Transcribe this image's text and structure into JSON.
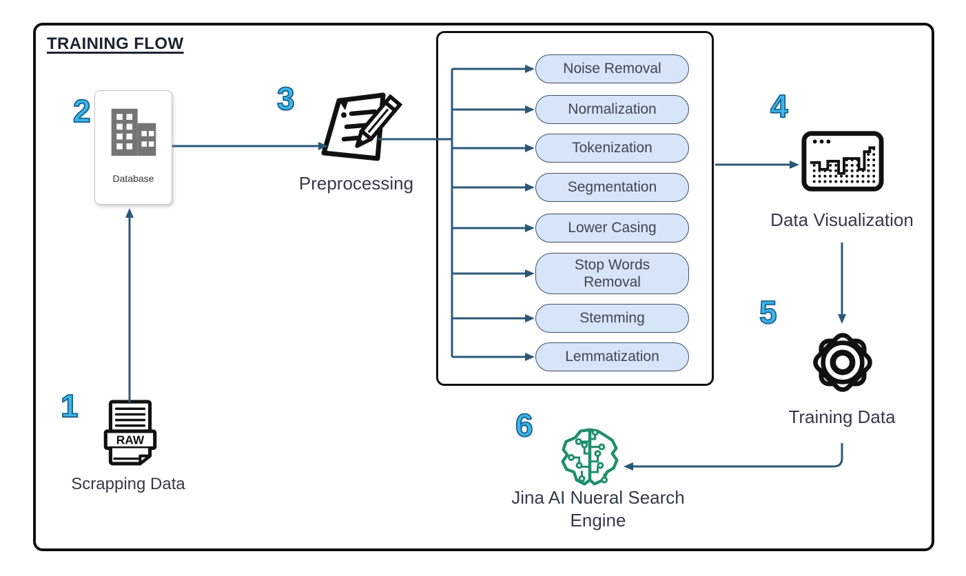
{
  "diagram": {
    "title": "TRAINING FLOW",
    "steps": [
      {
        "number": "1",
        "label": "Scrapping Data",
        "icon": "raw-file-icon"
      },
      {
        "number": "2",
        "label": "Database",
        "icon": "building-icon"
      },
      {
        "number": "3",
        "label": "Preprocessing",
        "icon": "notepad-pencil-icon"
      },
      {
        "number": "4",
        "label": "Data Visualization",
        "icon": "monitor-chart-icon"
      },
      {
        "number": "5",
        "label": "Training Data",
        "icon": "gear-icon"
      },
      {
        "number": "6",
        "label": "Jina AI Nueral Search Engine",
        "icon": "brain-circuit-icon"
      }
    ],
    "raw_file_text": "RAW",
    "preprocessing_steps": [
      "Noise Removal",
      "Normalization",
      "Tokenization",
      "Segmentation",
      "Lower Casing",
      "Stop Words Removal",
      "Stemming",
      "Lemmatization"
    ],
    "colors": {
      "connector": "#2c5878",
      "pill_fill": "#d6e5f8",
      "pill_border": "#3d4f66",
      "step_number": "#3db6ea",
      "brain_green": "#1f8e6b",
      "icon_black": "#111111",
      "building_gray": "#757575"
    }
  }
}
